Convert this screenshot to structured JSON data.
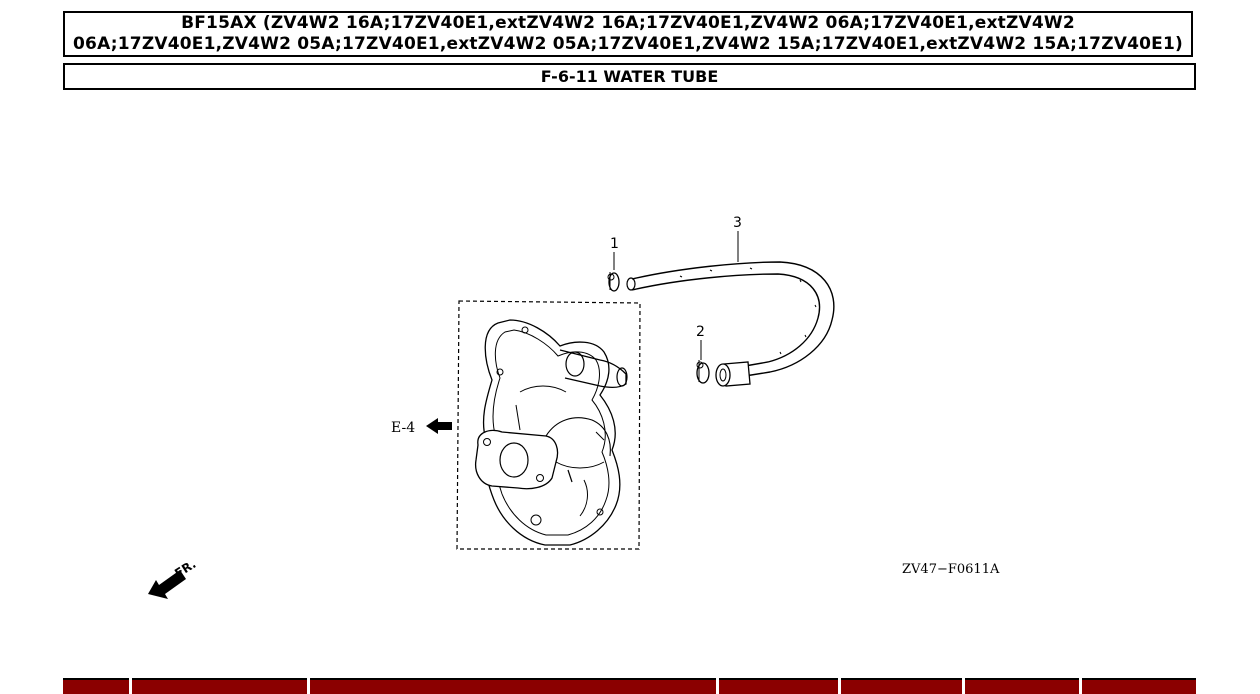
{
  "header": {
    "title": "BF15AX (ZV4W2 16A;17ZV40E1,extZV4W2 16A;17ZV40E1,ZV4W2 06A;17ZV40E1,extZV4W2 06A;17ZV40E1,ZV4W2 05A;17ZV40E1,extZV4W2 05A;17ZV40E1,ZV4W2 15A;17ZV40E1,extZV4W2 15A;17ZV40E1)",
    "section": "F-6-11 WATER TUBE"
  },
  "diagram": {
    "callouts": [
      "1",
      "2",
      "3"
    ],
    "reference_label": "E-4",
    "front_label": "FR.",
    "drawing_code": "ZV47−F0611A"
  },
  "colors": {
    "bar": "#8b0000",
    "line": "#000000"
  }
}
